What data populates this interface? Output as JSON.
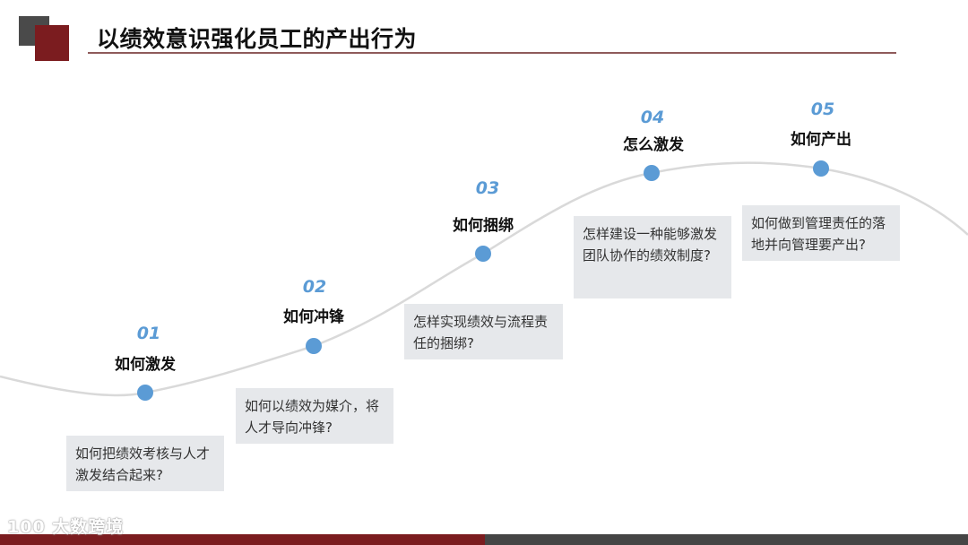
{
  "slide": {
    "title": "以绩效意识强化员工的产出行为"
  },
  "steps": [
    {
      "number": "01",
      "label": "如何激发",
      "description": "如何把绩效考核与人才激发结合起来?"
    },
    {
      "number": "02",
      "label": "如何冲锋",
      "description": "如何以绩效为媒介，将人才导向冲锋?"
    },
    {
      "number": "03",
      "label": "如何捆绑",
      "description": "怎样实现绩效与流程责任的捆绑?"
    },
    {
      "number": "04",
      "label": "怎么激发",
      "description": "怎样建设一种能够激发团队协作的绩效制度?"
    },
    {
      "number": "05",
      "label": "如何产出",
      "description": "如何做到管理责任的落地并向管理要产出?"
    }
  ],
  "watermark": {
    "text": "100 大数跨境"
  },
  "colors": {
    "accent_blue": "#5b9bd5",
    "brand_red": "#7b1c1f",
    "dark_gray": "#454545",
    "box_bg": "#e6e8eb"
  }
}
